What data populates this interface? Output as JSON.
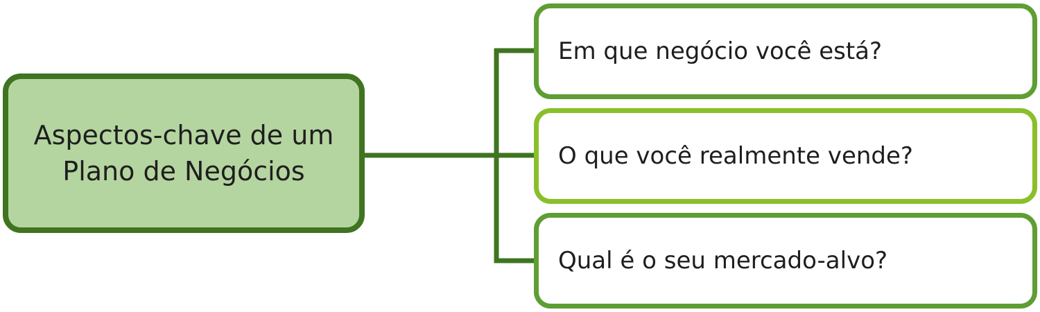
{
  "main_topic": "Aspectos-chave de um Plano de Negócios",
  "branches": [
    {
      "label": "Em que negócio você está?"
    },
    {
      "label": "O que você realmente vende?"
    },
    {
      "label": "Qual é o seu mercado-alvo?"
    }
  ],
  "colors": {
    "main_border": "#3f7420",
    "main_fill": "#b5d5a0",
    "connector": "#3f7420",
    "branch_border": "#5e9e34",
    "branch_border_highlight": "#8abf2a",
    "text": "#1e1e1e"
  }
}
